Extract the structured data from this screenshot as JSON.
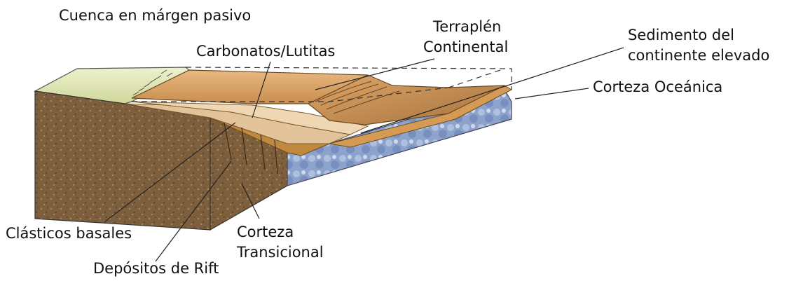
{
  "title": "Cuenca en márgen pasivo",
  "labels": {
    "terraplen_1": "Terraplén",
    "terraplen_2": "Continental",
    "carbonatos": "Carbonatos/Lutitas",
    "sedimento_1": "Sedimento del",
    "sedimento_2": "continente elevado",
    "corteza_oceanica": "Corteza Oceánica",
    "clasticos": "Clásticos basales",
    "rift": "Depósitos de Rift",
    "transicional_1": "Corteza",
    "transicional_2": "Transicional"
  },
  "colors": {
    "continental_crust": "#7a5c3a",
    "oceanic_crust": "#8fa6cf",
    "shelf_sediment": "#d9a56a",
    "carbonate": "#e3c49a",
    "highland_top": "#e6ecc2",
    "rift_deposits": "#c08a3e"
  }
}
